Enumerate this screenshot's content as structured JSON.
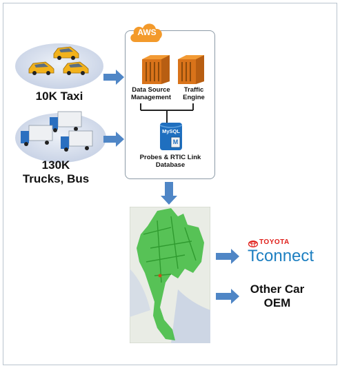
{
  "sources": {
    "taxi_label": "10K Taxi",
    "trucks_label_line1": "130K",
    "trucks_label_line2": "Trucks, Bus"
  },
  "aws": {
    "cloud_label": "AWS",
    "data_source_line1": "Data Source",
    "data_source_line2": "Management",
    "traffic_line1": "Traffic",
    "traffic_line2": "Engine",
    "db_top_label": "MySQL",
    "db_letter": "M",
    "db_line1": "Probes & RTIC Link",
    "db_line2": "Database"
  },
  "outputs": {
    "toyota_brand": "TOYOTA",
    "tconnect_t": "T",
    "tconnect_rest": "connect",
    "other_line1": "Other Car",
    "other_line2": "OEM"
  },
  "colors": {
    "arrow": "#4f86c6",
    "aws_orange": "#f39a2b",
    "db_blue": "#1f6fbf",
    "map_green": "#3dbb3d",
    "toyota_red": "#e0201b",
    "tconnect_blue": "#1d7fc1"
  }
}
